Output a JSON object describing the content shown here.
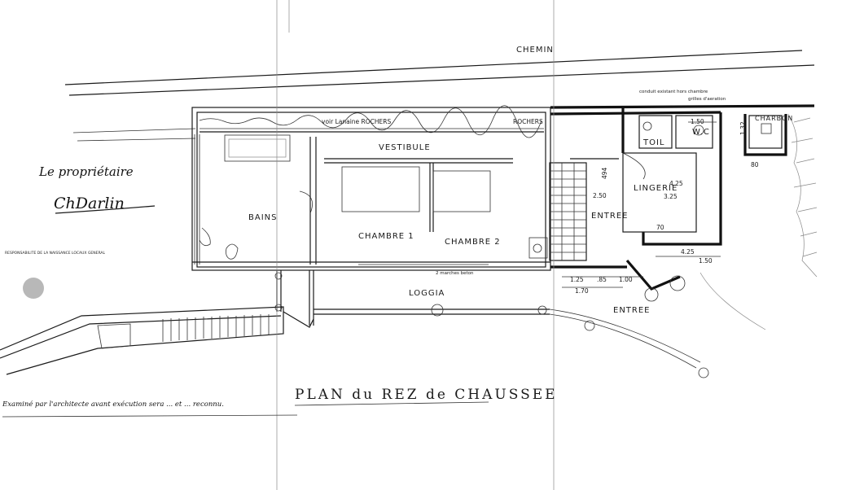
{
  "plan": {
    "road_label": "CHEMIN",
    "rock_label": "voir Lanaine ROCHERS",
    "rock_label_right": "ROCHERS",
    "rooms": {
      "vestibule": "VESTIBULE",
      "bains": "BAINS",
      "chambre1": "CHAMBRE 1",
      "chambre2": "CHAMBRE 2",
      "entree_inner": "ENTREE",
      "lingerie": "LINGERIE",
      "toil": "TOIL",
      "wc": "W.C",
      "charbon": "CHARBON",
      "loggia": "LOGGIA",
      "entree_outer": "ENTREE"
    },
    "dimensions": {
      "d494": "494",
      "d425": "4.25",
      "d325": "3.25",
      "d250": "2.50",
      "d150a": "1.50",
      "d132": "1.32",
      "d125": "1.25",
      "d085": ".85",
      "d100": "1.00",
      "d170": "1.70",
      "d150b": "1.50",
      "d425b": "4.25",
      "d080": "80",
      "d070": "70"
    },
    "notes": {
      "top_note": "conduit existant hors chambre",
      "top_note2": "grilles d'aeration",
      "left_small": "RESPONSABILITE DE LA NAISSANCE LOCAUX GENERAL",
      "bottom_small": "2 marches beton",
      "title": "PLAN du REZ de CHAUSSEE",
      "signature_caption": "Le propriétaire",
      "signature": "ChDarlin",
      "footer": "Examiné par l'architecte avant exécution sera ... et ... reconnu."
    }
  }
}
